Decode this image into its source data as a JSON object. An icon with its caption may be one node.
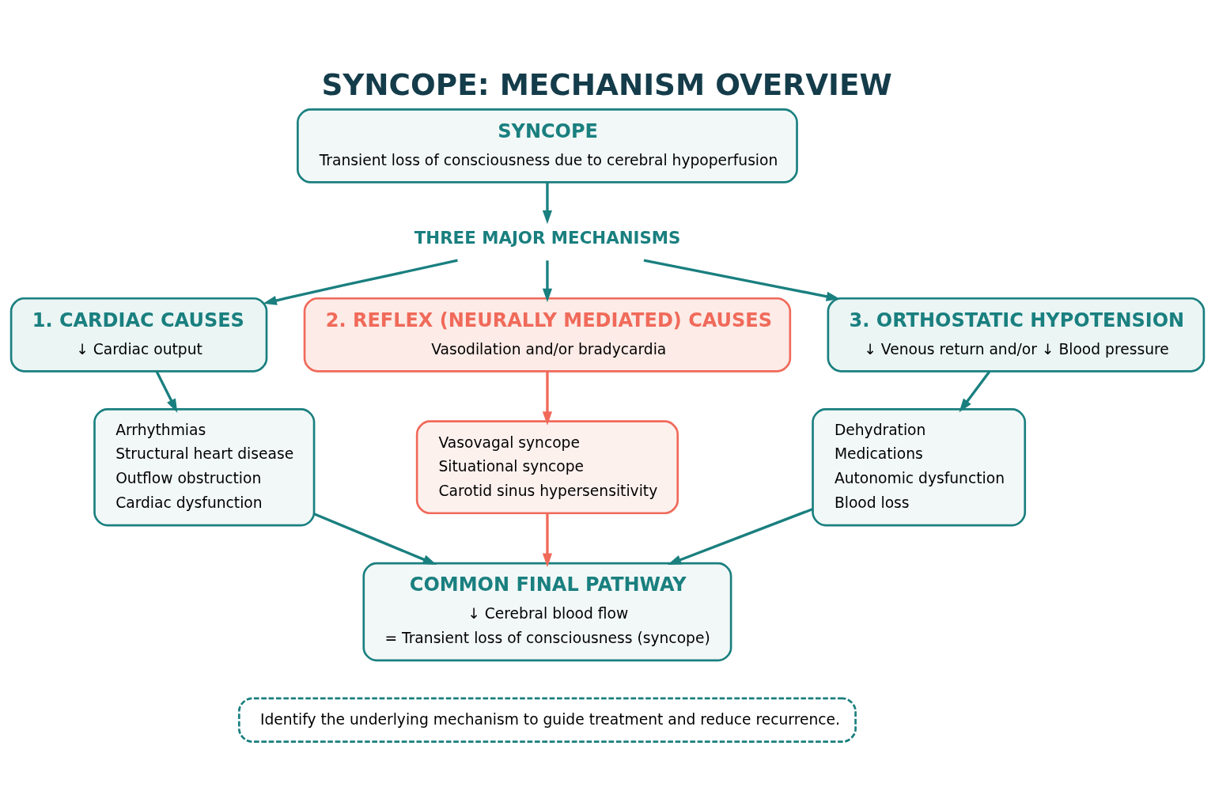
{
  "diagram": {
    "title": "SYNCOPE: MECHANISM OVERVIEW",
    "nodes": [
      {
        "text": [
          "SYNCOPE",
          "Transient loss of consciousness due to cerebral hypoperfusion"
        ]
      },
      {
        "text": [
          "THREE MAJOR MECHANISMS"
        ]
      },
      {
        "text": [
          "1. CARDIAC CAUSES",
          "↓ Cardiac output"
        ]
      },
      {
        "text": [
          "2. REFLEX (NEURALLY MEDIATED) CAUSES",
          "Vasodilation and/or bradycardia"
        ]
      },
      {
        "text": [
          "3. ORTHOSTATIC HYPOTENSION",
          "↓ Venous return and/or ↓ Blood pressure"
        ]
      },
      {
        "text": [
          "Arrhythmias",
          "Structural heart disease",
          "Outflow obstruction",
          "Cardiac dysfunction"
        ]
      },
      {
        "text": [
          "Vasovagal syncope",
          "Situational syncope",
          "Carotid sinus hypersensitivity"
        ]
      },
      {
        "text": [
          "Dehydration",
          "Medications",
          "Autonomic dysfunction",
          "Blood loss"
        ]
      },
      {
        "text": [
          "COMMON FINAL PATHWAY",
          "↓ Cerebral blood flow",
          "= Transient loss of consciousness (syncope)"
        ]
      },
      {
        "text": [
          "Identify the underlying mechanism to guide treatment and reduce recurrence."
        ]
      }
    ],
    "edges": [
      {
        "from": 0,
        "to": 1,
        "arrow": "to"
      },
      {
        "from": 1,
        "to": 2,
        "arrow": "to"
      },
      {
        "from": 1,
        "to": 3,
        "arrow": "to"
      },
      {
        "from": 1,
        "to": 4,
        "arrow": "to"
      },
      {
        "from": 2,
        "to": 5,
        "arrow": "to"
      },
      {
        "from": 3,
        "to": 6,
        "arrow": "to",
        "color": "#f06a5a"
      },
      {
        "from": 4,
        "to": 7,
        "arrow": "to"
      },
      {
        "from": 5,
        "to": 8,
        "arrow": "to"
      },
      {
        "from": 6,
        "to": 8,
        "arrow": "to",
        "color": "#f06a5a"
      },
      {
        "from": 7,
        "to": 8,
        "arrow": "to"
      }
    ]
  }
}
